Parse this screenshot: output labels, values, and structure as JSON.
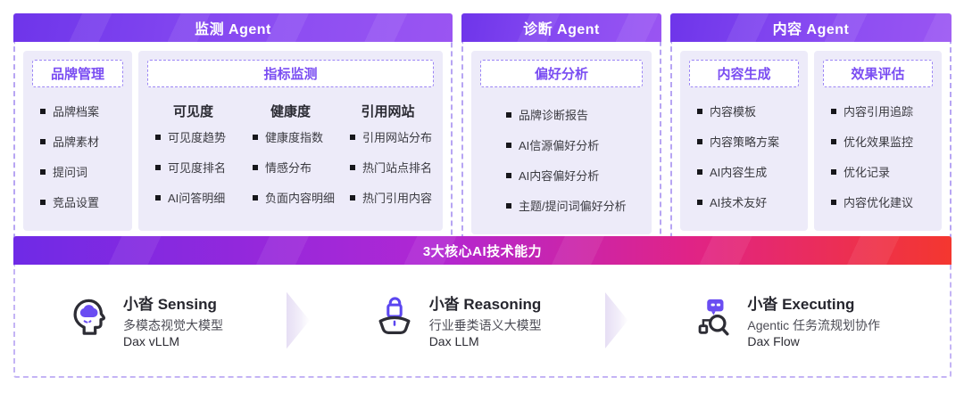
{
  "colors": {
    "header_gradient_start": "#6e35ea",
    "header_gradient_end": "#9a55f2",
    "bottom_gradient": [
      "#6f2ae6",
      "#b127d3",
      "#e02387",
      "#f4372f"
    ],
    "card_background": "#edebf9",
    "dashed_border": "#b7a5f3",
    "group_title_purple": "#7a4df2",
    "icon_purple": "#6a4df2",
    "icon_dark": "#2d2d35",
    "item_text": "#3a3a40"
  },
  "agents": [
    {
      "title": "监测 Agent",
      "groups": [
        {
          "title": "品牌管理",
          "columns": [
            {
              "header": null,
              "items": [
                "品牌档案",
                "品牌素材",
                "提问词",
                "竞品设置"
              ]
            }
          ]
        },
        {
          "title": "指标监测",
          "columns": [
            {
              "header": "可见度",
              "items": [
                "可见度趋势",
                "可见度排名",
                "AI问答明细"
              ]
            },
            {
              "header": "健康度",
              "items": [
                "健康度指数",
                "情感分布",
                "负面内容明细"
              ]
            },
            {
              "header": "引用网站",
              "items": [
                "引用网站分布",
                "热门站点排名",
                "热门引用内容"
              ]
            }
          ]
        }
      ]
    },
    {
      "title": "诊断 Agent",
      "groups": [
        {
          "title": "偏好分析",
          "columns": [
            {
              "header": null,
              "items": [
                "品牌诊断报告",
                "AI信源偏好分析",
                "AI内容偏好分析",
                "主题/提问词偏好分析"
              ]
            }
          ]
        }
      ]
    },
    {
      "title": "内容 Agent",
      "groups": [
        {
          "title": "内容生成",
          "columns": [
            {
              "header": null,
              "items": [
                "内容模板",
                "内容策略方案",
                "AI内容生成",
                "AI技术友好"
              ]
            }
          ]
        },
        {
          "title": "效果评估",
          "columns": [
            {
              "header": null,
              "items": [
                "内容引用追踪",
                "优化效果监控",
                "优化记录",
                "内容优化建议"
              ]
            }
          ]
        }
      ]
    }
  ],
  "capabilities_section": {
    "title": "3大核心AI技术能力",
    "items": [
      {
        "icon": "brain-head-icon",
        "name": "小沓 Sensing",
        "desc": "多模态视觉大模型",
        "model": "Dax vLLM"
      },
      {
        "icon": "ship-icon",
        "name": "小沓 Reasoning",
        "desc": "行业垂类语义大模型",
        "model": "Dax LLM"
      },
      {
        "icon": "robot-search-icon",
        "name": "小沓 Executing",
        "desc": "Agentic 任务流规划协作",
        "model": "Dax Flow"
      }
    ]
  }
}
